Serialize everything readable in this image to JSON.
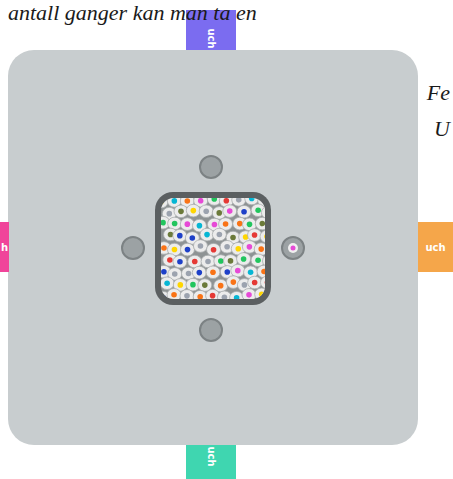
{
  "diagram": {
    "nodes": [
      {
        "text": [
          "uch"
        ]
      },
      {
        "text": [
          "h"
        ]
      },
      {
        "text": [
          "uch"
        ]
      },
      {
        "text": [
          "uch"
        ]
      }
    ],
    "labels": [
      "antall ganger kan man ta en",
      "Fe",
      "U"
    ]
  }
}
